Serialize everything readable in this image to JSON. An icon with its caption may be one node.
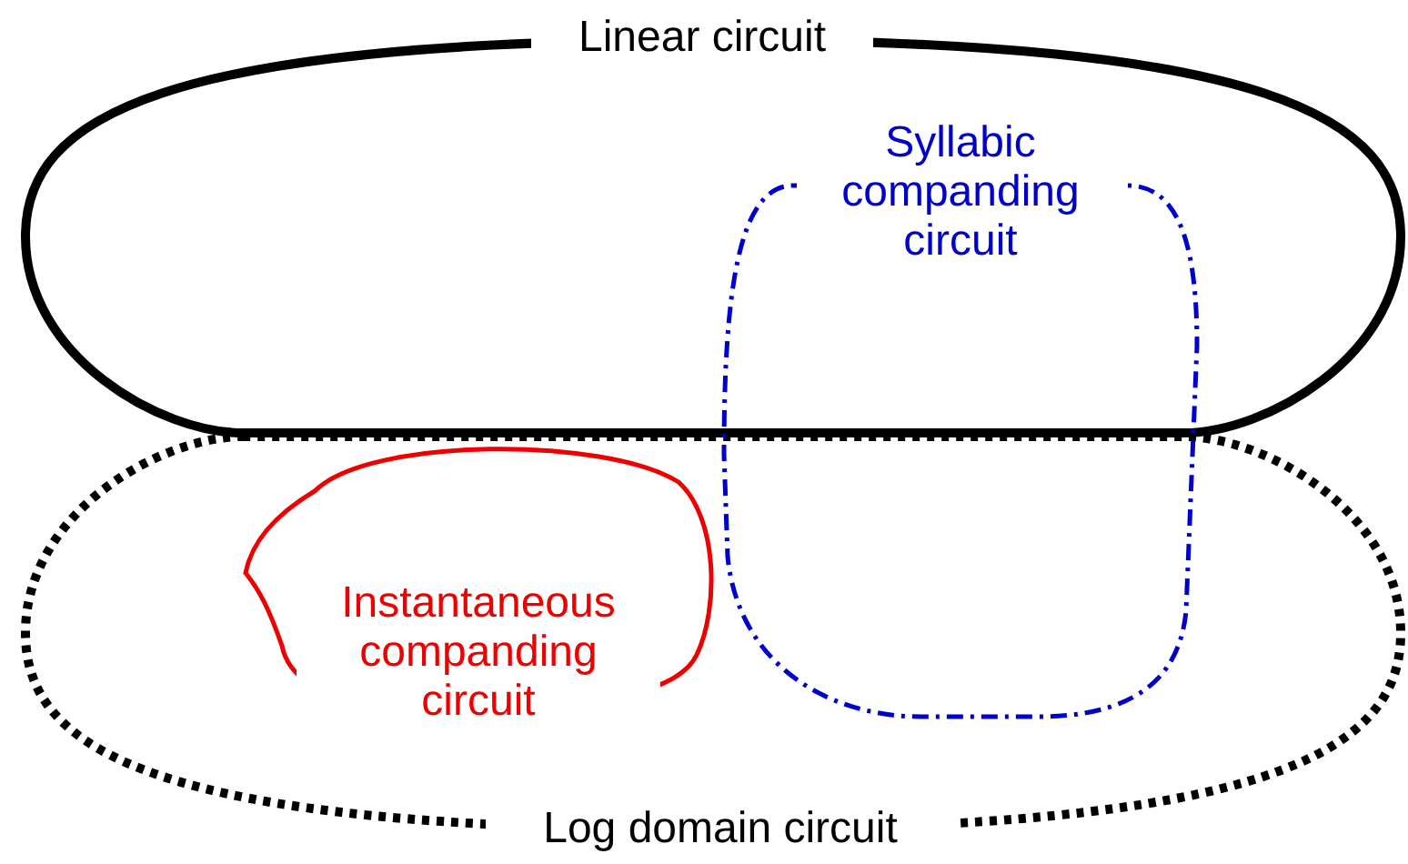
{
  "diagram": {
    "nodes": [
      {
        "text": [
          "Linear circuit"
        ]
      },
      {
        "text": [
          "Log domain circuit"
        ]
      },
      {
        "text": [
          "Syllabic companding circuit"
        ]
      },
      {
        "text": [
          "Instantaneous companding circuit"
        ],
        "in": 1
      }
    ]
  }
}
